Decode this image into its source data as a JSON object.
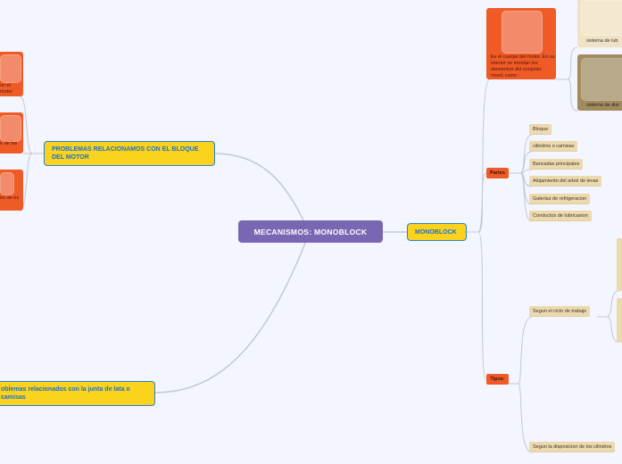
{
  "central": "MECANISMOS: MONOBLOCK",
  "monoblock": "MONOBLOCK",
  "problemas_bloque": "PROBLEMAS RELACIONAMOS CON EL BLOQUE DEL MOTOR",
  "problemas_junta": "oblemas relacionados con la junta de lata o camisas",
  "left_cards": [
    "on el motor",
    "e de las",
    "eo de es"
  ],
  "desc_card": "Es el cuerpo del motor. En su interior se montan los elementos del conjunto movil, como :",
  "lub_card": "sistema de lub",
  "dist_card": "sistema de dist",
  "partes": {
    "label": "Partes",
    "items": [
      "Bloque",
      "cilindros o camisas",
      "Bancadas principales",
      "Alojamiento del arbol de levas",
      "Galerias de refrigeracion",
      "Conductos de lubricasion"
    ]
  },
  "tipos": {
    "label": "Tipos:",
    "items": [
      "Segun el ciclo de trabajo",
      "Segun la disposicion de los cilindros"
    ]
  }
}
